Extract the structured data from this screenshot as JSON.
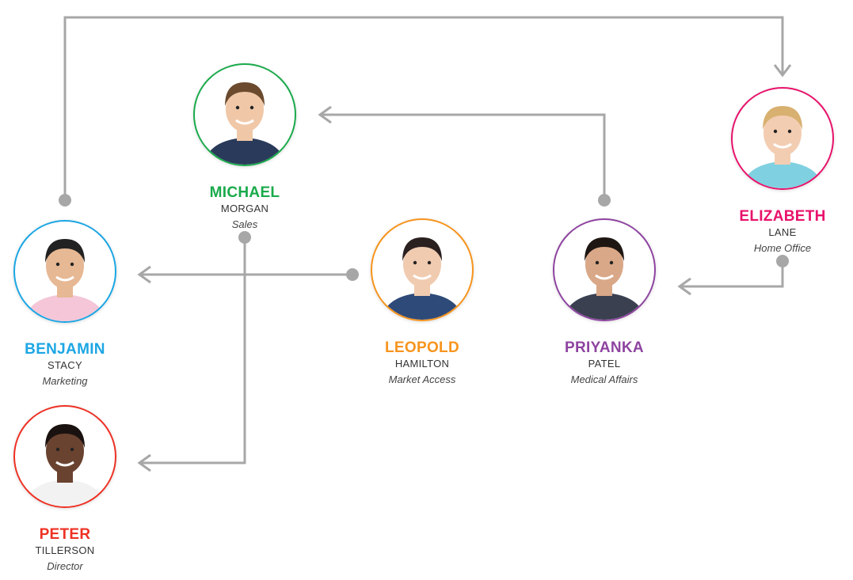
{
  "people": [
    {
      "id": "michael",
      "first": "MICHAEL",
      "last": "MORGAN",
      "role": "Sales",
      "color": "#1aaa4b",
      "skin": "#f0c8a8",
      "hair": "#6b4a2e",
      "shirt": "#2a3a5a"
    },
    {
      "id": "elizabeth",
      "first": "ELIZABETH",
      "last": "LANE",
      "role": "Home Office",
      "color": "#e8126b",
      "skin": "#f3cdb2",
      "hair": "#d8b070",
      "shirt": "#7fd0e0"
    },
    {
      "id": "benjamin",
      "first": "BENJAMIN",
      "last": "STACY",
      "role": "Marketing",
      "color": "#1ca6e3",
      "skin": "#e6b894",
      "hair": "#222222",
      "shirt": "#f4c6d8"
    },
    {
      "id": "leopold",
      "first": "LEOPOLD",
      "last": "HAMILTON",
      "role": "Market Access",
      "color": "#f7941d",
      "skin": "#f0cbb0",
      "hair": "#2a2020",
      "shirt": "#2e4a78"
    },
    {
      "id": "priyanka",
      "first": "PRIYANKA",
      "last": "PATEL",
      "role": "Medical Affairs",
      "color": "#8e44a0",
      "skin": "#d9a888",
      "hair": "#1e1612",
      "shirt": "#3a4050"
    },
    {
      "id": "peter",
      "first": "PETER",
      "last": "TILLERSON",
      "role": "Director",
      "color": "#ee3124",
      "skin": "#6a4330",
      "hair": "#1a1210",
      "shirt": "#f2f2f2"
    }
  ],
  "connector_color": "#a7a7a7"
}
